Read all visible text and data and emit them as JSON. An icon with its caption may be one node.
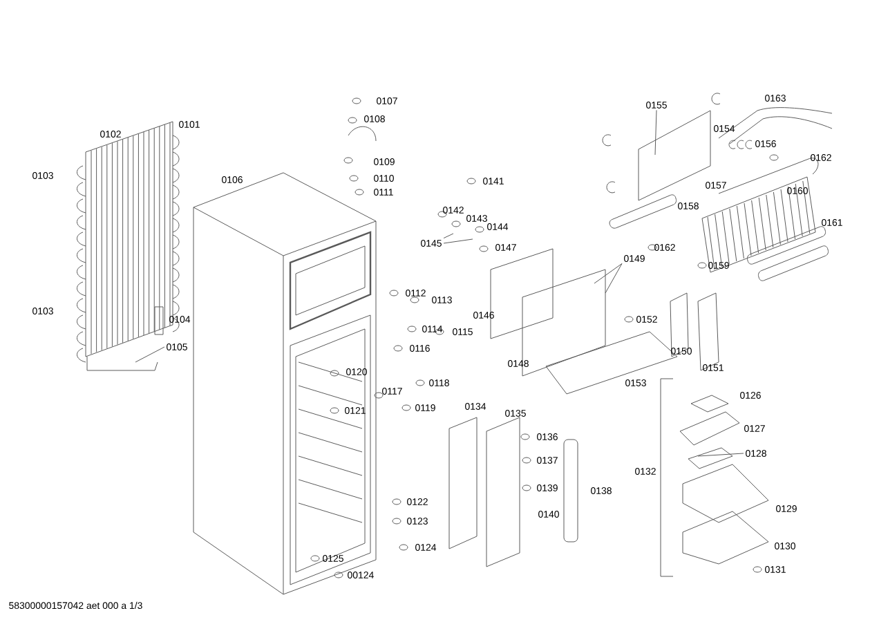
{
  "diagram": {
    "nodes": [
      {
        "text": [
          "0105"
        ]
      },
      {
        "text": [
          "0145"
        ]
      },
      {
        "text": [
          "0149"
        ]
      },
      {
        "text": [
          "0155"
        ]
      },
      {
        "text": [
          "0128"
        ]
      }
    ],
    "edges": [
      {
        "from": 0,
        "to": null,
        "arrow": "none"
      },
      {
        "from": 1,
        "to": null,
        "arrow": "none"
      },
      {
        "from": 1,
        "to": null,
        "arrow": "none"
      },
      {
        "from": 2,
        "to": null,
        "arrow": "none"
      },
      {
        "from": 2,
        "to": null,
        "arrow": "none"
      },
      {
        "from": 3,
        "to": null,
        "arrow": "none"
      },
      {
        "from": 4,
        "to": null,
        "arrow": "none"
      }
    ],
    "labels": [
      "0163",
      "0107",
      "0108",
      "0101",
      "0154",
      "0102",
      "0156",
      "0162",
      "0109",
      "0103",
      "0110",
      "0106",
      "0141",
      "0157",
      "0160",
      "0111",
      "0158",
      "0142",
      "0143",
      "0161",
      "0144",
      "0147",
      "0162",
      "0159",
      "0112",
      "0113",
      "0103",
      "0146",
      "0104",
      "0152",
      "0114",
      "0115",
      "0116",
      "0150",
      "0148",
      "0151",
      "0120",
      "0118",
      "0153",
      "0117",
      "0126",
      "0134",
      "0119",
      "0121",
      "0135",
      "0127",
      "0136",
      "0137",
      "0132",
      "0139",
      "0138",
      "0122",
      "0129",
      "0140",
      "0123",
      "0130",
      "0124",
      "0125",
      "0131",
      "00124",
      "58300000157042 aet 000 a 1/3"
    ]
  }
}
